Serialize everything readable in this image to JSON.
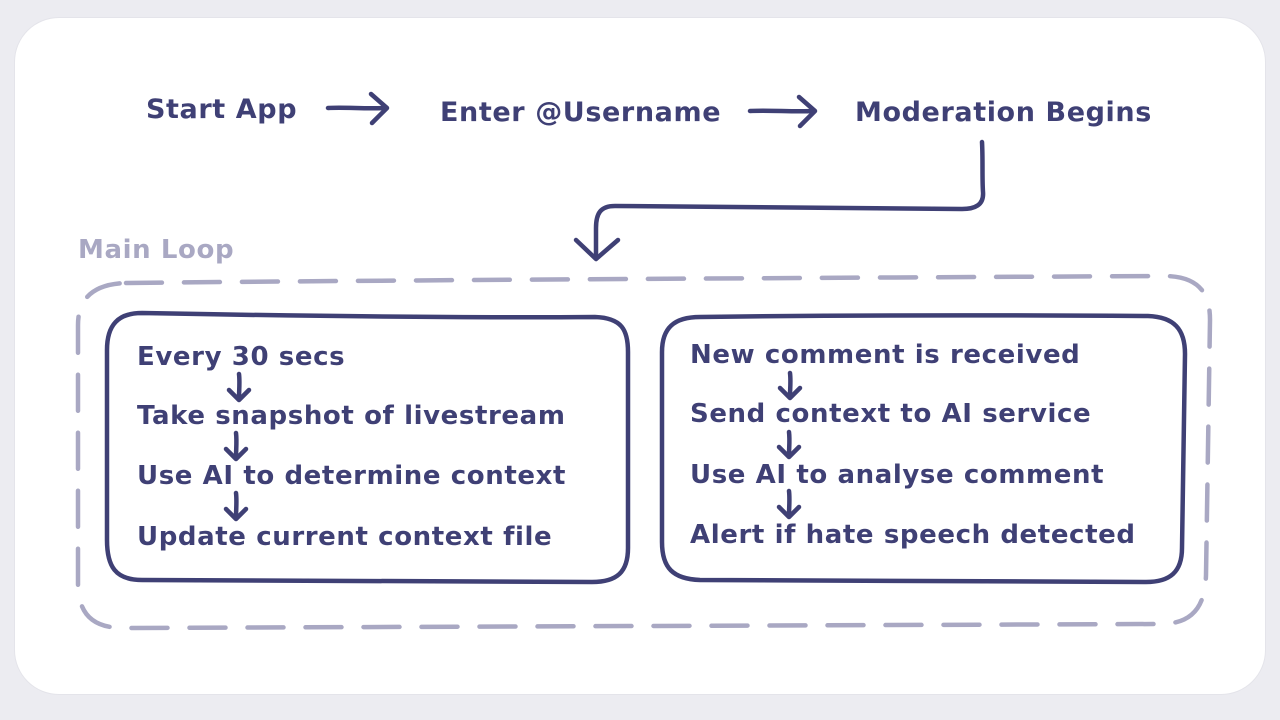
{
  "flow": {
    "step1": "Start App",
    "step2": "Enter @Username",
    "step3": "Moderation Begins"
  },
  "loop": {
    "label": "Main Loop"
  },
  "left_box": {
    "items": [
      "Every 30 secs",
      "Take snapshot of livestream",
      "Use AI to determine context",
      "Update current context file"
    ]
  },
  "right_box": {
    "items": [
      "New comment is received",
      "Send context to AI service",
      "Use AI to analyse comment",
      "Alert if hate speech detected"
    ]
  },
  "colors": {
    "ink": "#3f4075",
    "loop": "#a9a8c3",
    "card": "#ffffff",
    "background": "#ececf1"
  }
}
